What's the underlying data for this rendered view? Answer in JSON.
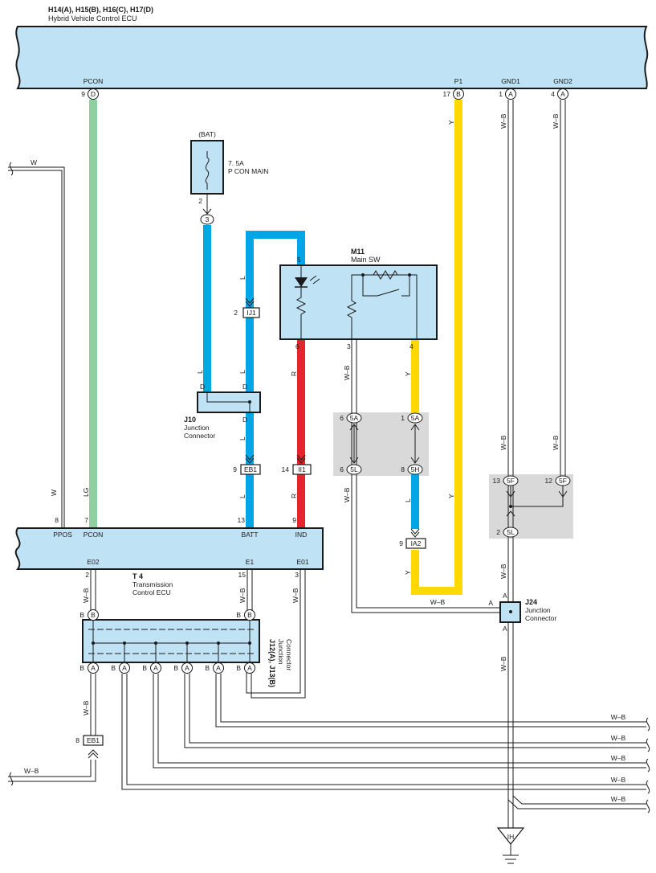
{
  "ecu": {
    "connectors": "H14(A), H15(B), H16(C), H17(D)",
    "name": "Hybrid Vehicle Control ECU",
    "pins": [
      {
        "num": "9",
        "conn": "D",
        "label": "PCON"
      },
      {
        "num": "17",
        "conn": "B",
        "label": "P1"
      },
      {
        "num": "1",
        "conn": "A",
        "label": "GND1"
      },
      {
        "num": "4",
        "conn": "A",
        "label": "GND2"
      }
    ]
  },
  "fuse": {
    "source": "(BAT)",
    "rating": "7. 5A",
    "name": "P CON MAIN",
    "pin": "2",
    "jbox": "3"
  },
  "main_sw": {
    "code": "M11",
    "name": "Main SW",
    "pins": {
      "top": "5",
      "led": "6",
      "mid": "3",
      "sw": "4"
    }
  },
  "j10": {
    "code": "J10",
    "line1": "Junction",
    "line2": "Connector",
    "pin_left": "D",
    "pin_right": "D",
    "pin_bottom": "D"
  },
  "connectors": {
    "ij1": {
      "num": "2",
      "id": "IJ1"
    },
    "eb1_top": {
      "num": "9",
      "id": "EB1"
    },
    "ii1": {
      "num": "14",
      "id": "II1"
    },
    "ia2": {
      "num": "9",
      "id": "IA2"
    },
    "eb1_bottom": {
      "num": "8",
      "id": "EB1"
    },
    "c5a_left": {
      "num": "6",
      "id": "5A"
    },
    "c5a_right": {
      "num": "1",
      "id": "5A"
    },
    "c5l_left": {
      "num": "6",
      "id": "5L"
    },
    "c5h": {
      "num": "8",
      "id": "5H"
    },
    "c5f_left": {
      "num": "13",
      "id": "5F"
    },
    "c5f_right": {
      "num": "12",
      "id": "5F"
    },
    "c5l_gnd": {
      "num": "2",
      "id": "5L"
    }
  },
  "tcm": {
    "code": "T 4",
    "line1": "Transmission",
    "line2": "Control ECU",
    "top_pins": [
      {
        "num": "8",
        "label": "PPOS"
      },
      {
        "num": "7",
        "label": "PCON"
      },
      {
        "num": "13",
        "label": "BATT"
      },
      {
        "num": "9",
        "label": "IND"
      }
    ],
    "bottom_pins": [
      {
        "num": "2",
        "label": "E02"
      },
      {
        "num": "15",
        "label": "E1"
      },
      {
        "num": "3",
        "label": "E01"
      }
    ]
  },
  "j12": {
    "code": "J12(A), J13(B)",
    "line1": "Junction",
    "line2": "Connector",
    "top_pin": "B",
    "bottom_pins": [
      "A",
      "A",
      "A",
      "A",
      "A",
      "A"
    ]
  },
  "j24": {
    "code": "J24",
    "line1": "Junction",
    "line2": "Connector",
    "pin_left": "A",
    "pin_top": "A",
    "pin_bottom": "A"
  },
  "ground": {
    "id": "IH"
  },
  "wire_colors": {
    "W": "W",
    "LG": "LG",
    "L": "L",
    "R": "R",
    "Y": "Y",
    "WB": "W–B"
  },
  "colors": {
    "lg": "#8fcfa0",
    "l": "#00a6e6",
    "r": "#e8232a",
    "y": "#ffd800",
    "ecu_fill": "#bfe3f5"
  }
}
